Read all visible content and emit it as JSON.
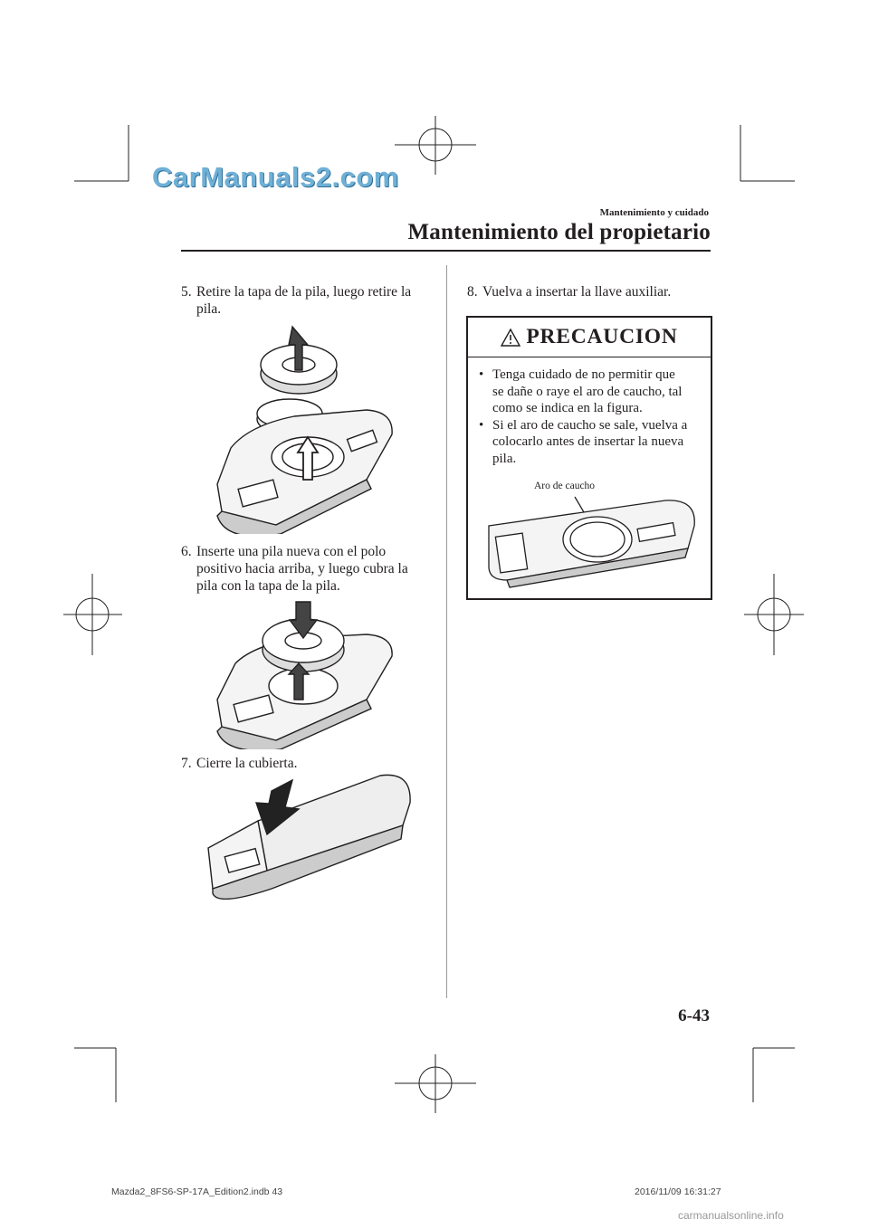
{
  "watermark": "CarManuals2.com",
  "header": {
    "section_small": "Mantenimiento y cuidado",
    "section_big": "Mantenimiento del propietario"
  },
  "steps": [
    {
      "num": "5.",
      "lines": [
        "Retire la tapa de la pila, luego retire la",
        "pila."
      ]
    },
    {
      "num": "6.",
      "lines": [
        "Inserte una pila nueva con el polo",
        "positivo hacia arriba, y luego cubra la",
        "pila con la tapa de la pila."
      ]
    },
    {
      "num": "7.",
      "lines": [
        "Cierre la cubierta."
      ]
    },
    {
      "num": "8.",
      "lines": [
        "Vuelva a insertar la llave auxiliar."
      ]
    }
  ],
  "caution": {
    "icon": "warning-triangle-icon",
    "title": "PRECAUCION",
    "bullets": [
      [
        "Tenga cuidado de no permitir que",
        "se dañe o raye el aro de caucho, tal",
        "como se indica en la figura."
      ],
      [
        "Si el aro de caucho se sale, vuelva a",
        "colocarlo antes de insertar la nueva",
        "pila."
      ]
    ],
    "figure_label": "Aro de caucho"
  },
  "page_number": "6-43",
  "footer": {
    "file": "Mazda2_8FS6-SP-17A_Edition2.indb   43",
    "timestamp": "2016/11/09   16:31:27"
  },
  "site": "carmanualsonline.info"
}
